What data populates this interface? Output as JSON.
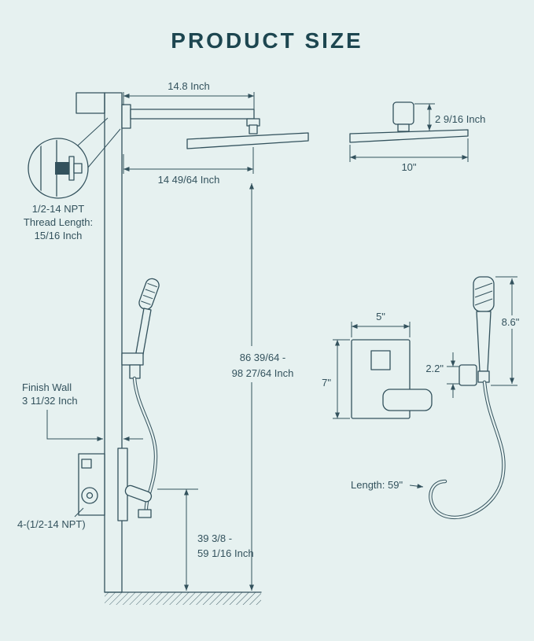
{
  "title": "PRODUCT SIZE",
  "colors": {
    "background": "#e6f1f0",
    "ink": "#33525d",
    "title": "#1d4650"
  },
  "labels": {
    "arm_length": "14.8 Inch",
    "arm_reach": "14 49/64 Inch",
    "thread_l1": "1/2-14 NPT",
    "thread_l2": "Thread Length:",
    "thread_l3": "15/16 Inch",
    "head_height": "2 9/16 Inch",
    "head_width": "10\"",
    "overall_l1": "86 39/64 -",
    "overall_l2": "98 27/64 Inch",
    "finish_wall_l1": "Finish Wall",
    "finish_wall_l2": "3 11/32 Inch",
    "valve_thread": "4-(1/2-14 NPT)",
    "outlet_l1": "39 3/8 -",
    "outlet_l2": "59 1/16 Inch",
    "valve_width": "5\"",
    "valve_height": "7\"",
    "holder_size": "2.2\"",
    "handheld_length": "8.6\"",
    "hose_length": "Length: 59\""
  }
}
